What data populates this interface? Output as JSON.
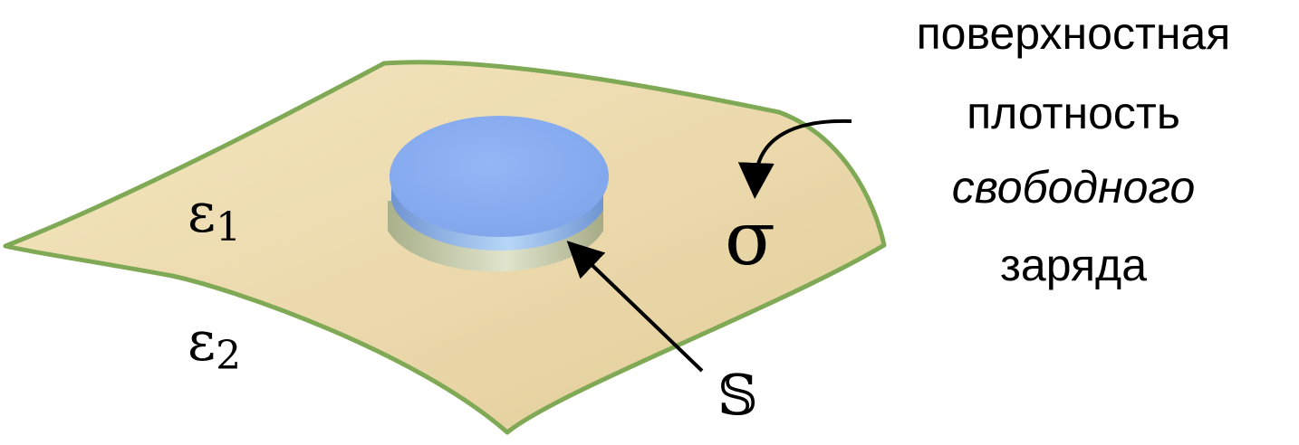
{
  "labels": {
    "epsilon1": {
      "base": "ε",
      "sub": "1"
    },
    "epsilon2": {
      "base": "ε",
      "sub": "2"
    },
    "sigma": "σ",
    "surface_s": "𝕊"
  },
  "caption": {
    "line1": "поверхностная",
    "line2": "плотность",
    "line3": "свободного",
    "line4": "заряда"
  },
  "colors": {
    "sheet_fill": "#eddcb0",
    "sheet_edge": "#7fa955",
    "disk_top": "#87acf2",
    "disk_side": "#8fb6e6",
    "disk_bottom": "#c8cfb0",
    "arrow": "#000000"
  }
}
